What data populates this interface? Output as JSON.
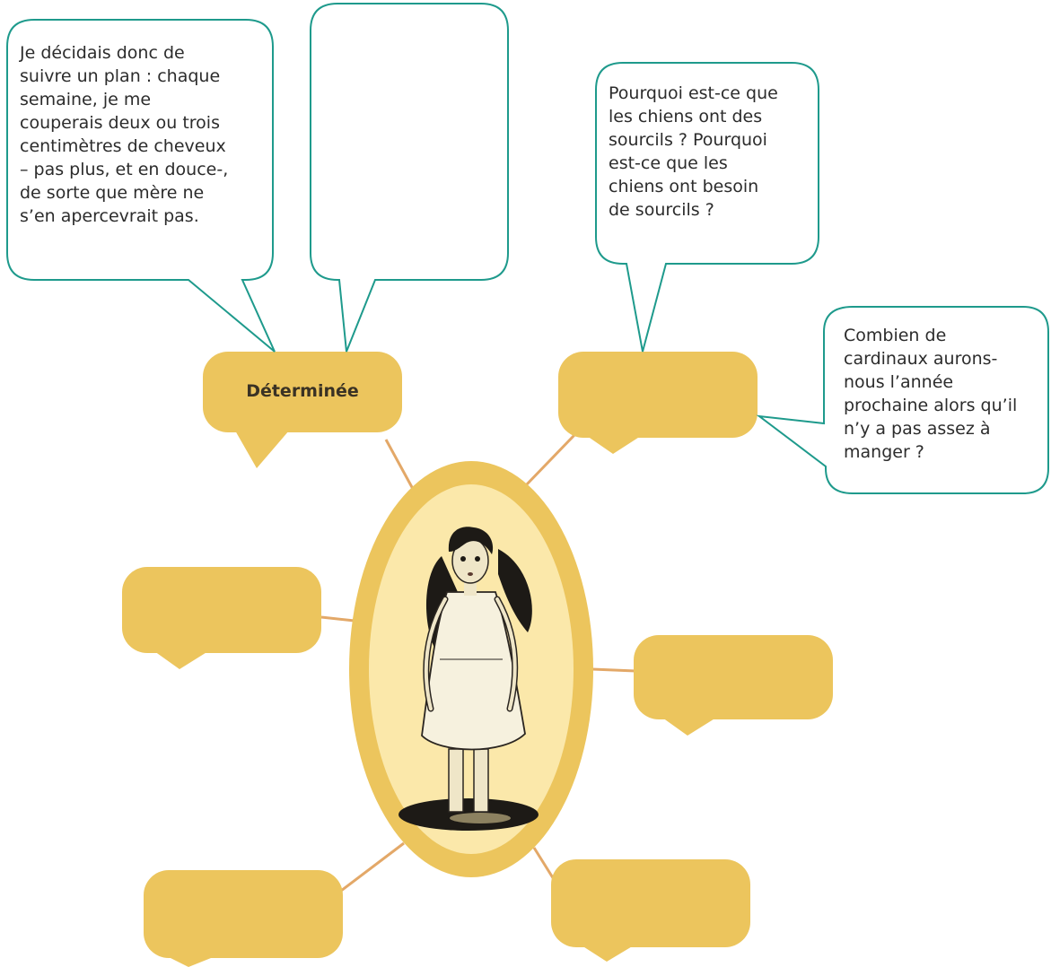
{
  "colors": {
    "bubble_fill": "#ecc55d",
    "connector": "#e3a868",
    "callout_border": "#1e9a8c",
    "oval_fill": "#ecc55d",
    "portrait_bg": "#fbe8aa"
  },
  "trait_bubbles": [
    {
      "id": "top-left",
      "label": "Déterminée"
    },
    {
      "id": "top-right",
      "label": ""
    },
    {
      "id": "middle-left",
      "label": ""
    },
    {
      "id": "middle-right",
      "label": ""
    },
    {
      "id": "bottom-left",
      "label": ""
    },
    {
      "id": "bottom-right",
      "label": ""
    }
  ],
  "callouts": [
    {
      "id": "plan",
      "text": "Je décidais donc de\nsuivre un plan : chaque\nsemaine, je me\ncouperais deux ou trois\ncentimètres de cheveux\n– pas plus, et en douce-,\nde sorte que mère ne\ns’en apercevrait pas."
    },
    {
      "id": "empty",
      "text": ""
    },
    {
      "id": "dogs",
      "text": "Pourquoi est-ce que\nles chiens ont des\nsourcils ? Pourquoi\nest-ce que les\nchiens ont besoin\nde sourcils ?"
    },
    {
      "id": "cardinals",
      "text": "Combien de\ncardinaux aurons-\nnous l’année\nprochaine alors qu’il\nn’y a pas assez à\nmanger ?"
    }
  ],
  "portrait": {
    "icon": "girl-illustration"
  }
}
